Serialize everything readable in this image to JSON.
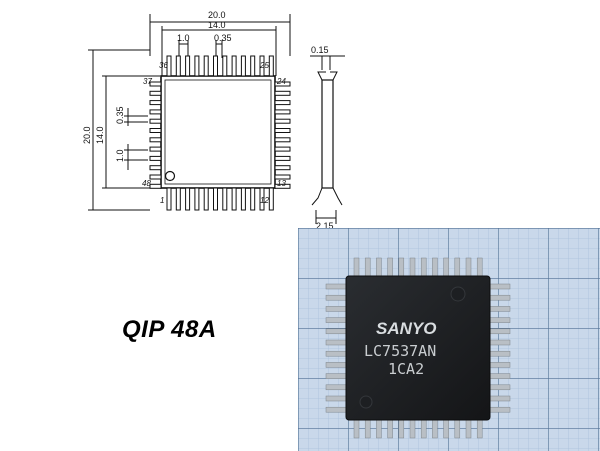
{
  "drawing": {
    "dimensions": {
      "overall": "20.0",
      "body": "14.0",
      "pitch": "1.0",
      "lead_width": "0.35",
      "overall_side": "20.0",
      "body_side": "14.0",
      "lead_width_side": "0.35",
      "pitch_side": "1.0",
      "lead_thickness": "0.15",
      "height": "2.15"
    },
    "pin_labels": {
      "top_left": "37",
      "top_inner_left": "36",
      "top_right": "25",
      "right_top": "24",
      "right_bottom": "13",
      "left_bottom": "48",
      "bottom_left": "1",
      "bottom_right": "12"
    }
  },
  "package_name": "QIP 48A",
  "photo": {
    "brand": "SANYO",
    "part_number": "LC7537AN",
    "lot_code": "1CA2"
  },
  "colors": {
    "grid_bg": "#7f9fc4",
    "chip_body": "#1b1d20",
    "lead": "#b9bfc5"
  }
}
